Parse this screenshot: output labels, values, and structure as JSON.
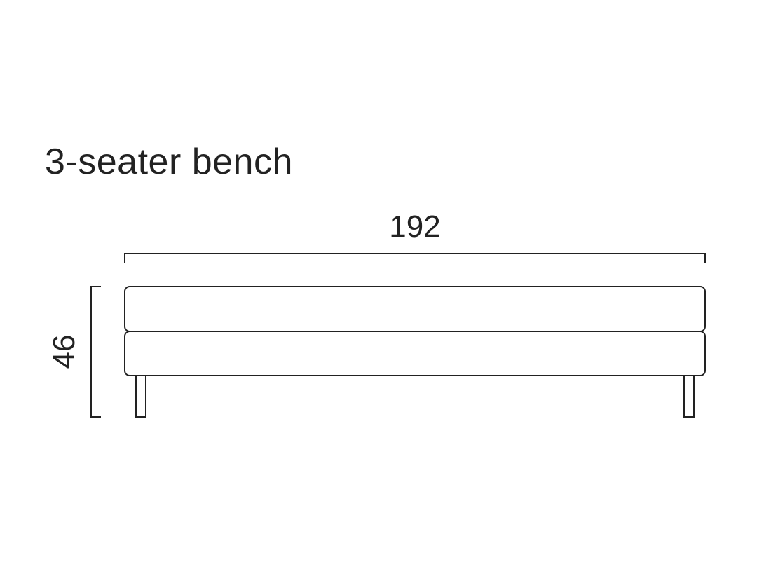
{
  "title": "3-seater bench",
  "dimensions": {
    "width": "192",
    "height": "46"
  }
}
